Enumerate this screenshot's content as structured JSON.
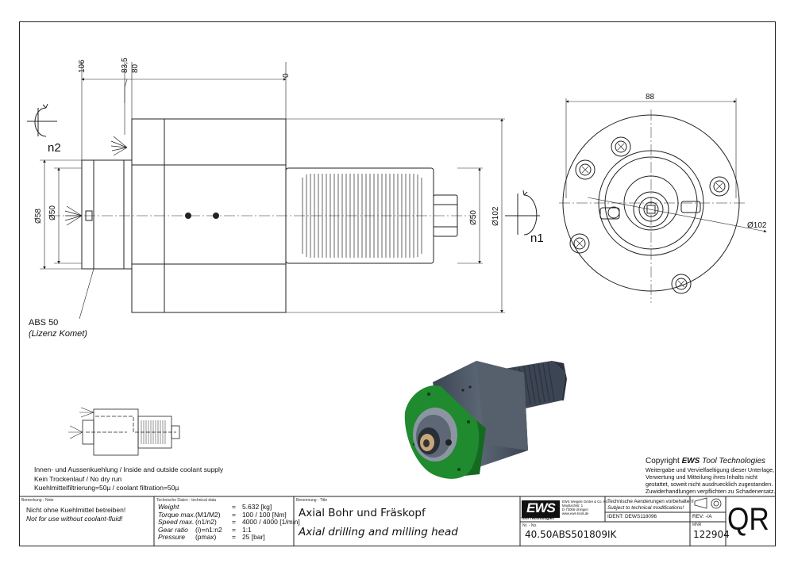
{
  "dimensions": {
    "d106": "106",
    "d83_5": "83,5",
    "d80": "80",
    "d0": "0",
    "d58": "Ø58",
    "d50_left": "Ø50",
    "d50_right": "Ø50",
    "d102_side": "Ø102",
    "d88": "88",
    "d102_front": "Ø102"
  },
  "rotation_labels": {
    "n1": "n1",
    "n2": "n2"
  },
  "interface": {
    "name": "ABS 50",
    "license": "(Lizenz Komet)"
  },
  "notes": [
    "Innen- und Aussenkuehlung / Inside and outside coolant supply",
    "Kein Trockenlauf / No dry run",
    "Kuehlmittelfiltrierung=50µ / coolant filtration=50µ"
  ],
  "copyright": {
    "head_prefix": "Copyright ",
    "head_brand": "EWS",
    "head_suffix": " Tool Technologies",
    "lines": [
      "Weitergabe und Vervielfaeltigung dieser Unterlage,",
      "Verwertung und Mitteilung ihres Inhalts nicht",
      "gestattet, soweit nicht ausdruecklich zugestanden.",
      "Zuwiderhandlungen verpflichten zu Schadenersatz."
    ]
  },
  "title_block": {
    "remark_label": "Bemerkung - Note",
    "remark_de": "Nicht ohne Kuehlmittel betreiben!",
    "remark_en": "Not for use without coolant-fluid!",
    "tech_label": "Technische Daten - technical data",
    "tech_rows": [
      {
        "name": "Weight",
        "sym": "",
        "eq": "=",
        "val": "5.632 [kg]"
      },
      {
        "name": "Torque max.",
        "sym": "(M1/M2)",
        "eq": "=",
        "val": "100 / 100 [Nm]"
      },
      {
        "name": "Speed max.",
        "sym": "(n1/n2)",
        "eq": "=",
        "val": "4000 / 4000 [1/min]"
      },
      {
        "name": "Gear ratio",
        "sym": "(i)=n1:n2",
        "eq": "=",
        "val": "1:1"
      },
      {
        "name": "Pressure",
        "sym": "(pmax)",
        "eq": "=",
        "val": "25 [bar]"
      }
    ],
    "title_label": "Benennung - Title",
    "title_de": "Axial Bohr und Fräskopf",
    "title_en": "Axial drilling and milling head",
    "logo_text": "EWS",
    "logo_sub": "Tool Technologies",
    "address_lines": [
      "EWS Weigele GmbH & Co. KG",
      "Maybachstr. 1",
      "D-73066 Uhingen",
      "www.ews-tools.de"
    ],
    "nr_label": "Nr. - No.",
    "part_number": "40.50ABS501809IK",
    "change_de": "Technische Aenderungen vorbehalten!",
    "change_en": "Subject to technical modifications!",
    "ident_label": "IDENT:",
    "ident_value": "DEWS118096",
    "rev_label": "REV:",
    "rev_value": "-/A",
    "nr_field_label": "MNR",
    "nr_value": "122904",
    "qr": "QR"
  },
  "colors": {
    "body": "#4a5462",
    "flange": "#1f8a2e",
    "line": "#222222"
  }
}
